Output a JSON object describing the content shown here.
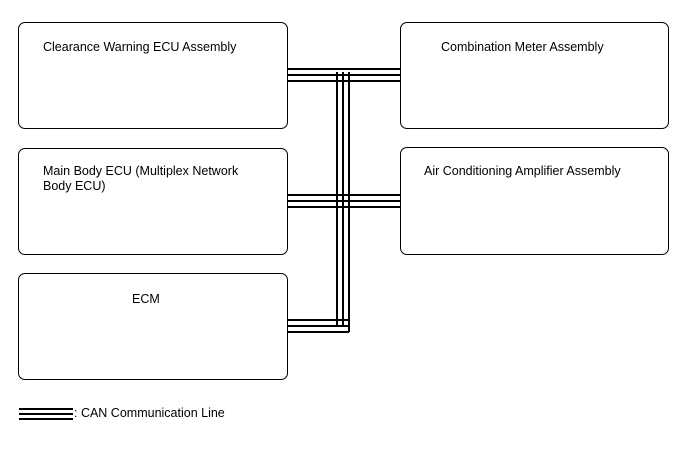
{
  "boxes": {
    "clearance_warning_ecu": "Clearance Warning ECU Assembly",
    "main_body_ecu": "Main Body ECU (Multiplex Network Body ECU)",
    "ecm": "ECM",
    "combination_meter": "Combination Meter Assembly",
    "ac_amplifier": "Air Conditioning Amplifier Assembly"
  },
  "legend": {
    "label": ": CAN Communication Line"
  }
}
